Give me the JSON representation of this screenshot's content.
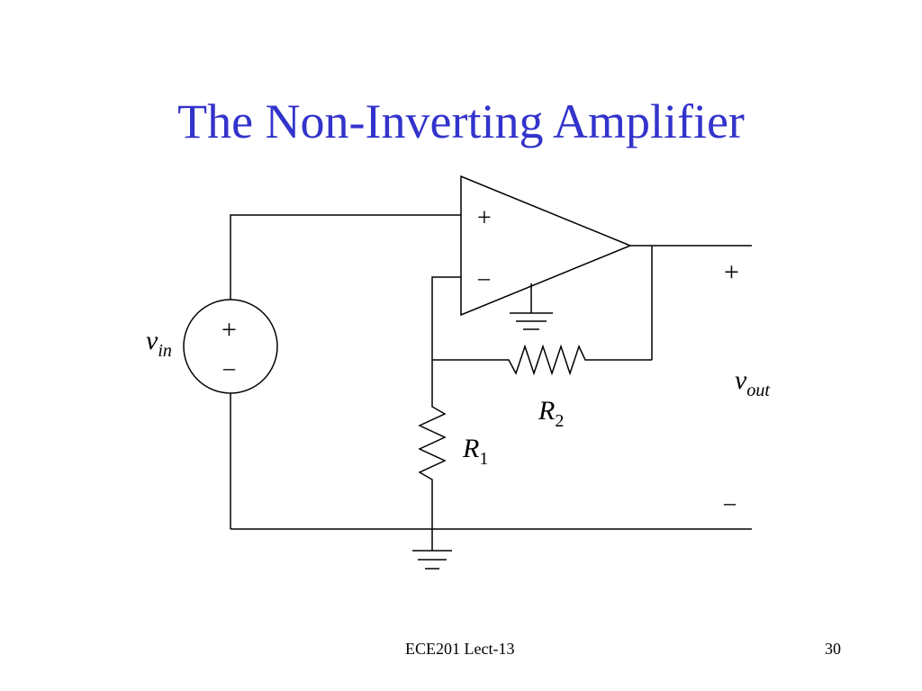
{
  "slide": {
    "title": "The Non-Inverting Amplifier",
    "footer_left": "ECE201 Lect-13",
    "page_number": "30"
  },
  "circuit": {
    "opamp_plus": "+",
    "opamp_minus": "–",
    "source_plus": "+",
    "source_minus": "–",
    "vin": {
      "symbol": "v",
      "subscript": "in"
    },
    "vout": {
      "symbol": "v",
      "subscript": "out"
    },
    "output_plus": "+",
    "output_minus": "–",
    "r1": {
      "symbol": "R",
      "subscript": "1"
    },
    "r2": {
      "symbol": "R",
      "subscript": "2"
    }
  }
}
